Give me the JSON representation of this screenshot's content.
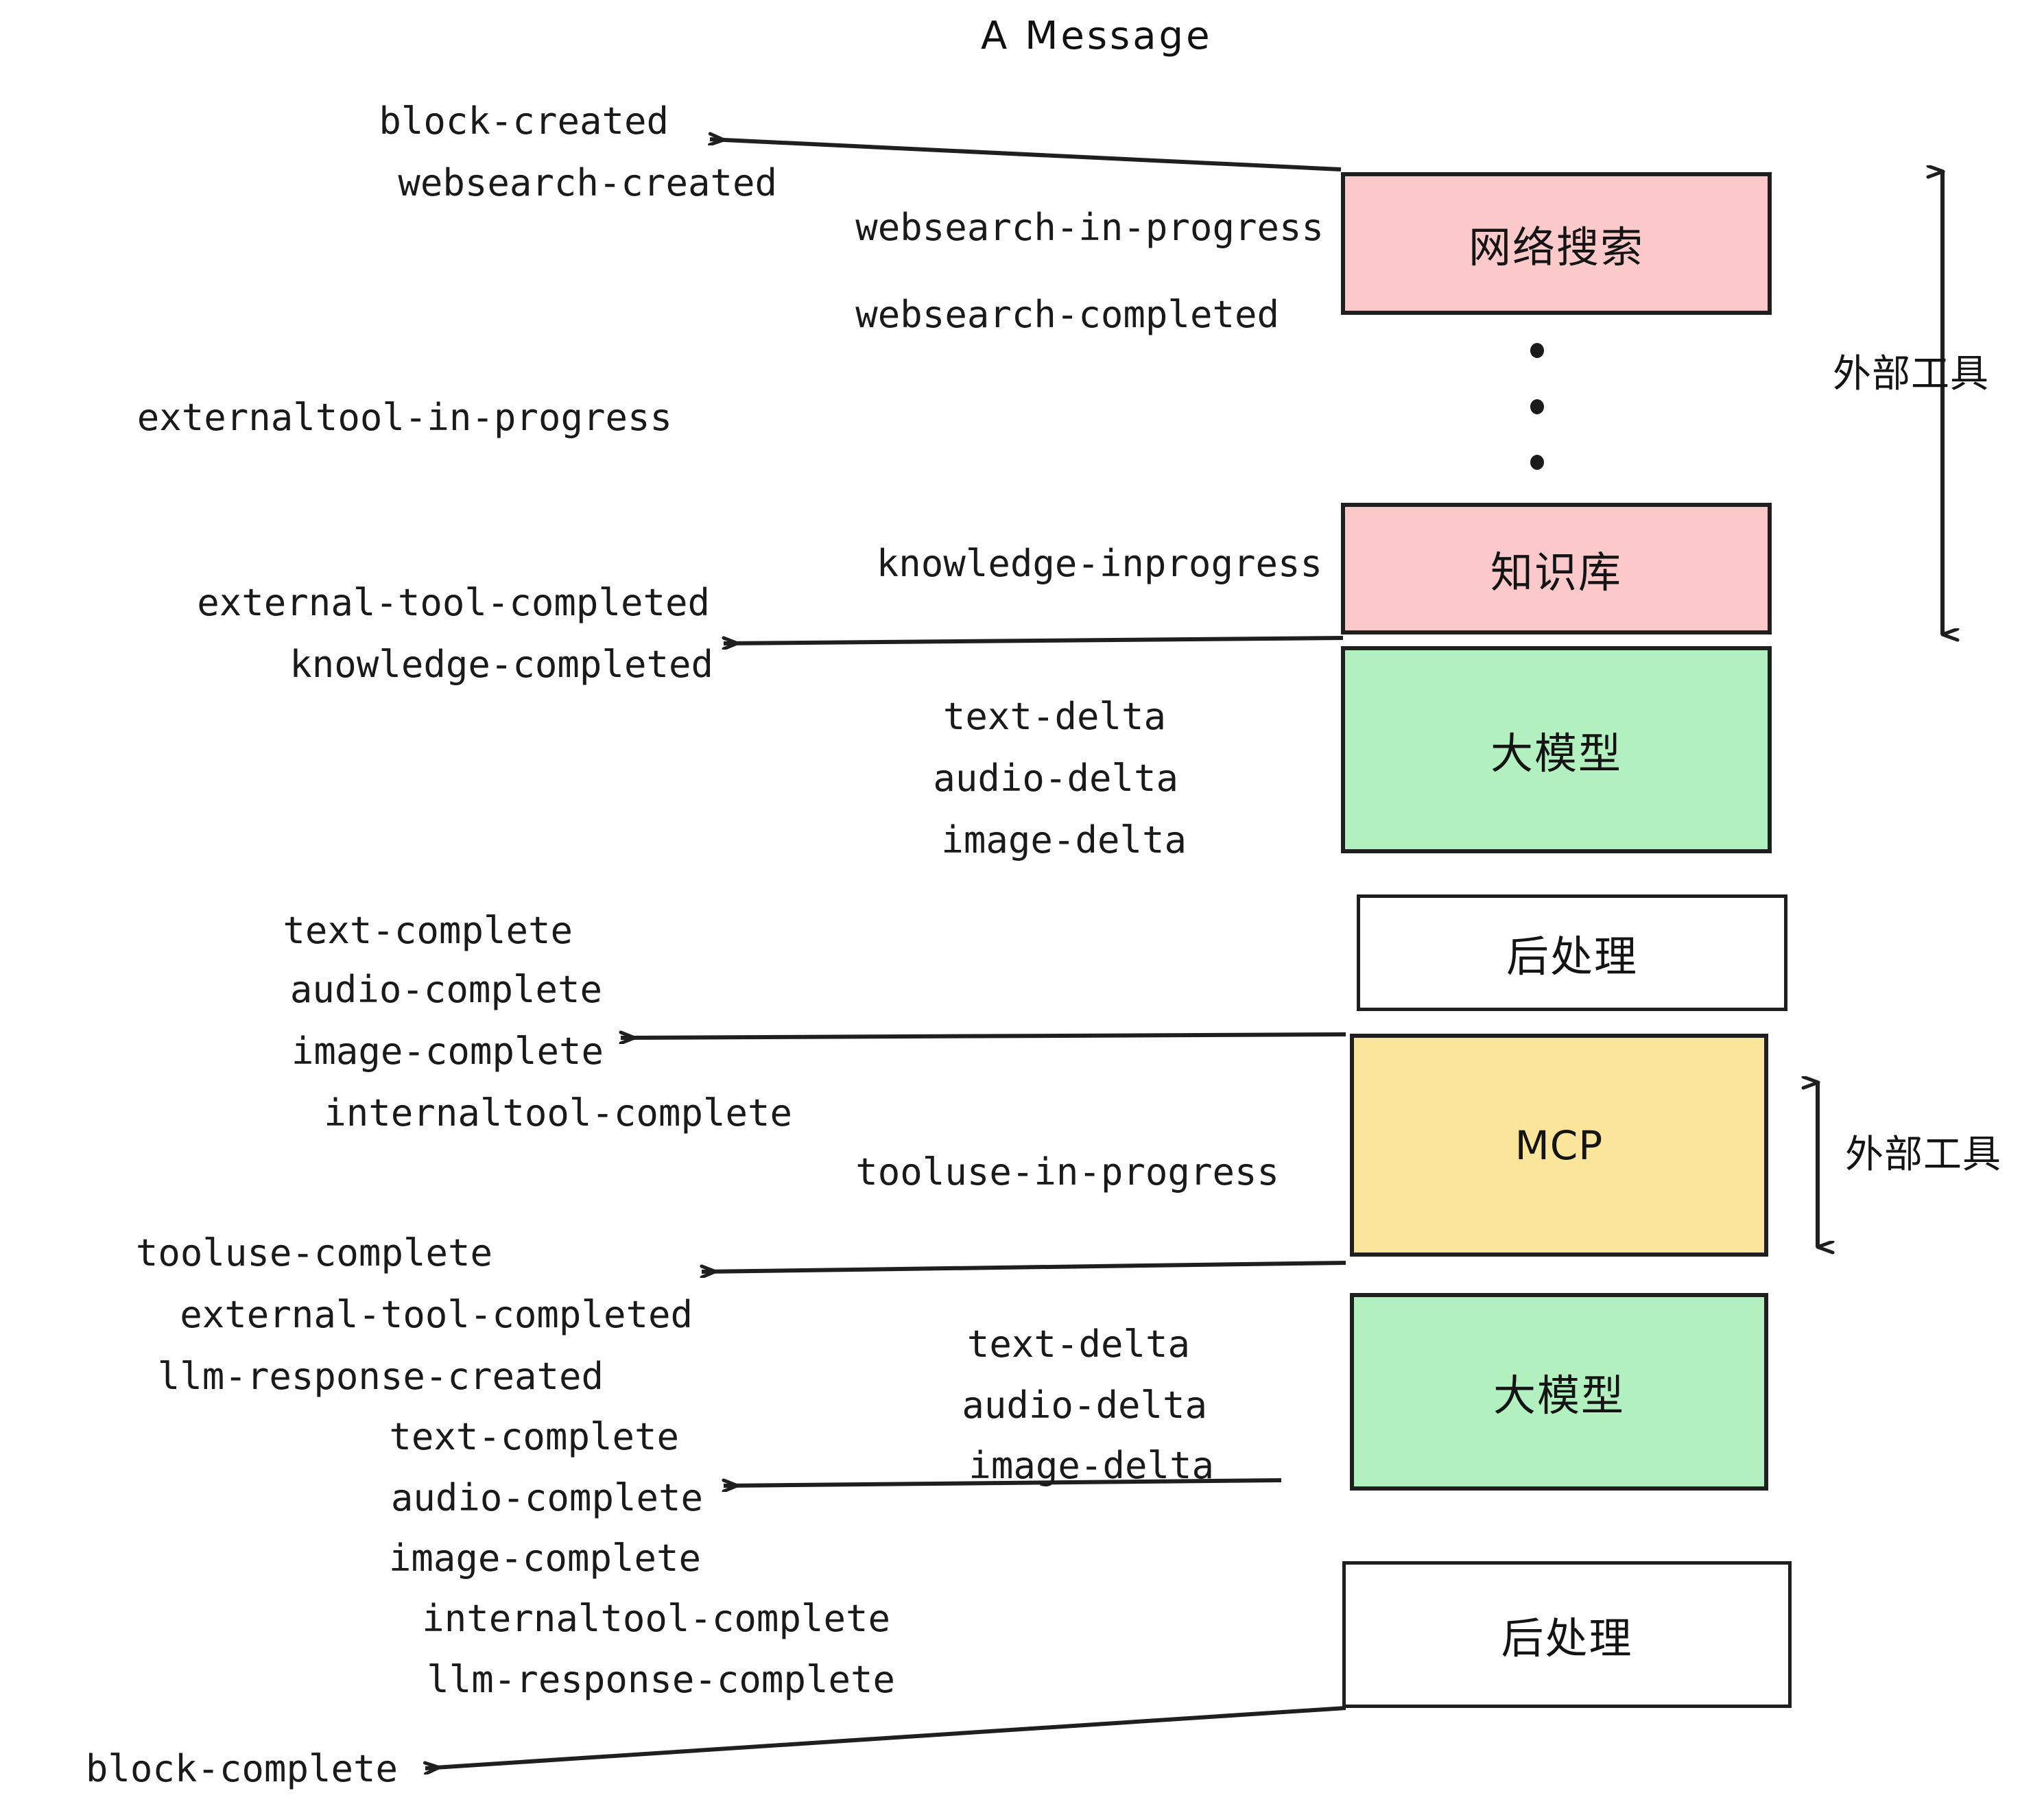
{
  "title": "A Message",
  "boxes": [
    {
      "id": "websearch",
      "label": "网络搜索",
      "color": "#FBC9C9",
      "script": "cjk"
    },
    {
      "id": "knowledge",
      "label": "知识库",
      "color": "#FBC9C9",
      "script": "cjk"
    },
    {
      "id": "llm-top",
      "label": "大模型",
      "color": "#B3F0BF",
      "script": "cjk"
    },
    {
      "id": "post-top",
      "label": "后处理",
      "color": "#FFFFFF",
      "script": "cjk"
    },
    {
      "id": "mcp",
      "label": "MCP",
      "color": "#FAE59A",
      "script": "lat"
    },
    {
      "id": "llm-bottom",
      "label": "大模型",
      "color": "#B3F0BF",
      "script": "cjk"
    },
    {
      "id": "post-bottom",
      "label": "后处理",
      "color": "#FFFFFF",
      "script": "cjk"
    }
  ],
  "group_labels": [
    {
      "id": "external-tools-top",
      "label": "外部工具"
    },
    {
      "id": "external-tools-bottom",
      "label": "外部工具"
    }
  ],
  "events": [
    {
      "id": "e01",
      "text": "block-created"
    },
    {
      "id": "e02",
      "text": "websearch-created"
    },
    {
      "id": "e03",
      "text": "websearch-in-progress"
    },
    {
      "id": "e04",
      "text": "websearch-completed"
    },
    {
      "id": "e05",
      "text": "externaltool-in-progress"
    },
    {
      "id": "e06",
      "text": "knowledge-inprogress"
    },
    {
      "id": "e07",
      "text": "external-tool-completed"
    },
    {
      "id": "e08",
      "text": "knowledge-completed"
    },
    {
      "id": "e09",
      "text": "text-delta"
    },
    {
      "id": "e10",
      "text": "audio-delta"
    },
    {
      "id": "e11",
      "text": "image-delta"
    },
    {
      "id": "e12",
      "text": "text-complete"
    },
    {
      "id": "e13",
      "text": "audio-complete"
    },
    {
      "id": "e14",
      "text": "image-complete"
    },
    {
      "id": "e15",
      "text": "internaltool-complete"
    },
    {
      "id": "e16",
      "text": "tooluse-in-progress"
    },
    {
      "id": "e17",
      "text": "tooluse-complete"
    },
    {
      "id": "e18",
      "text": "external-tool-completed"
    },
    {
      "id": "e19",
      "text": "llm-response-created"
    },
    {
      "id": "e20",
      "text": "text-complete"
    },
    {
      "id": "e21",
      "text": "audio-complete"
    },
    {
      "id": "e22",
      "text": "image-complete"
    },
    {
      "id": "e23",
      "text": "internaltool-complete"
    },
    {
      "id": "e24",
      "text": "llm-response-complete"
    },
    {
      "id": "e25",
      "text": "block-complete"
    }
  ],
  "colors": {
    "stroke": "#1f1f1f",
    "pink": "#FBC9C9",
    "green": "#B3F0BF",
    "yellow": "#FAE59A",
    "white": "#FFFFFF",
    "text": "#1a1a1a"
  }
}
